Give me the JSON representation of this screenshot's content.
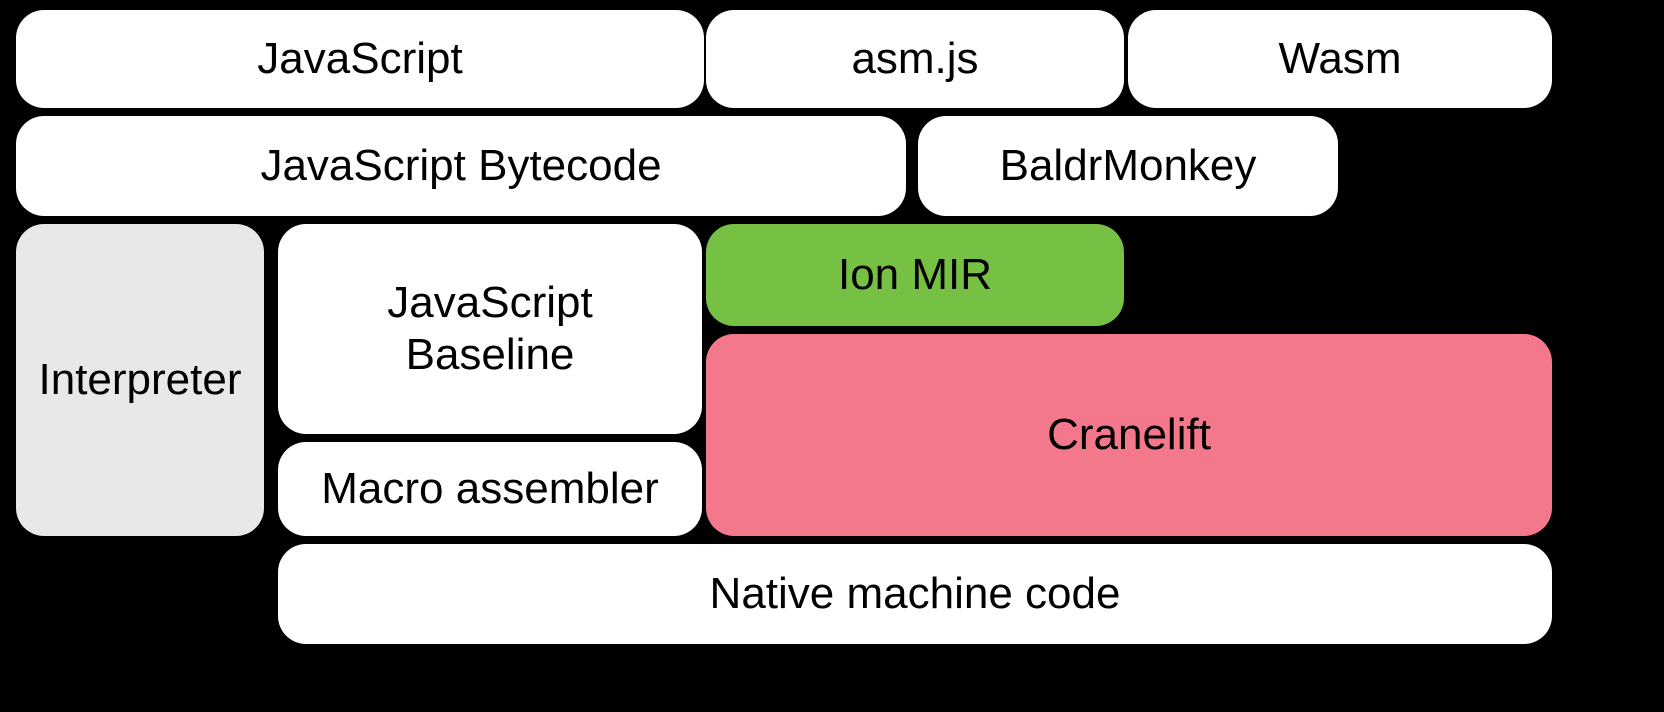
{
  "diagram": {
    "background_color": "#000000",
    "text_color": "#000000",
    "boxes": [
      {
        "id": "javascript",
        "label": "JavaScript",
        "color": "#ffffff"
      },
      {
        "id": "asmjs",
        "label": "asm.js",
        "color": "#ffffff"
      },
      {
        "id": "wasm",
        "label": "Wasm",
        "color": "#ffffff"
      },
      {
        "id": "js-bytecode",
        "label": "JavaScript Bytecode",
        "color": "#ffffff"
      },
      {
        "id": "baldrmonkey",
        "label": "BaldrMonkey",
        "color": "#ffffff"
      },
      {
        "id": "interpreter",
        "label": "Interpreter",
        "color": "#e8e8e8"
      },
      {
        "id": "js-baseline",
        "label": "JavaScript Baseline",
        "color": "#ffffff"
      },
      {
        "id": "ion-mir",
        "label": "Ion MIR",
        "color": "#76c044"
      },
      {
        "id": "cranelift",
        "label": "Cranelift",
        "color": "#f4788c"
      },
      {
        "id": "macro-assembler",
        "label": "Macro assembler",
        "color": "#ffffff"
      },
      {
        "id": "native-machine-code",
        "label": "Native machine code",
        "color": "#ffffff"
      }
    ]
  }
}
